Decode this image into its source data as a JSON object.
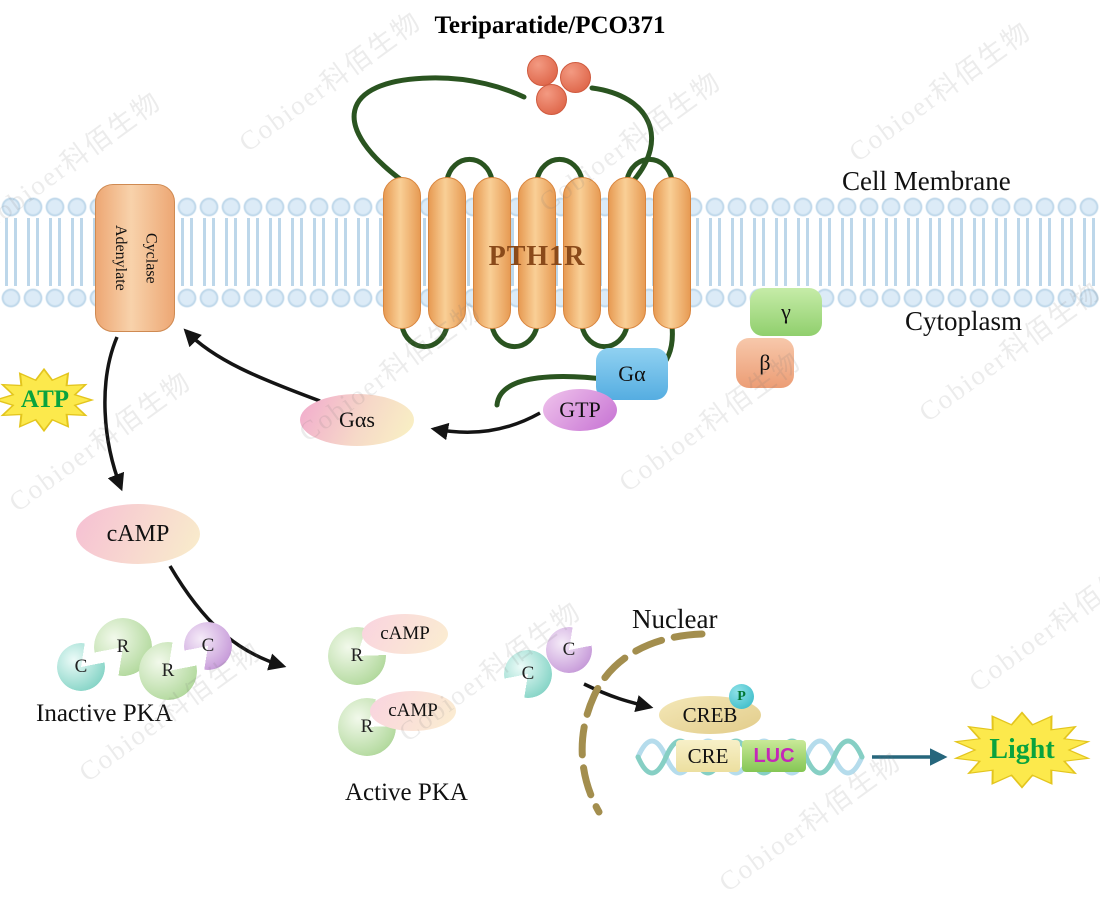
{
  "title": "Teriparatide/PCO371",
  "watermark": "Cobioer科佰生物",
  "membrane": {
    "cell_membrane_label": "Cell Membrane",
    "cytoplasm_label": "Cytoplasm"
  },
  "receptor": {
    "name": "PTH1R"
  },
  "adenylate_cyclase": {
    "line1": "Adenylate",
    "line2": "Cyclase"
  },
  "g_protein": {
    "gamma": "γ",
    "beta": "β",
    "g_alpha": "Gα",
    "gtp": "GTP",
    "g_alpha_s": "Gαs"
  },
  "second_messenger": {
    "atp": "ATP",
    "camp": "cAMP"
  },
  "pka": {
    "c": "C",
    "r": "R",
    "camp": "cAMP",
    "inactive_label": "Inactive PKA",
    "active_label": "Active PKA"
  },
  "nucleus": {
    "label": "Nuclear",
    "creb": "CREB",
    "phospho": "P",
    "cre": "CRE",
    "luc": "LUC"
  },
  "output": {
    "light": "Light"
  },
  "colors": {
    "helix": "#f3b277",
    "receptor_loop": "#2a5420",
    "ligand": "#e8745b",
    "membrane_head": "#cfe3f2",
    "atp_text": "#0aa33e",
    "light_text": "#0aa33e",
    "luc_text": "#c428b8",
    "arrow": "#141414",
    "reporter_arrow": "#26667c",
    "nuclear_envelope": "#a38e4e",
    "starburst": "#fce94c"
  }
}
